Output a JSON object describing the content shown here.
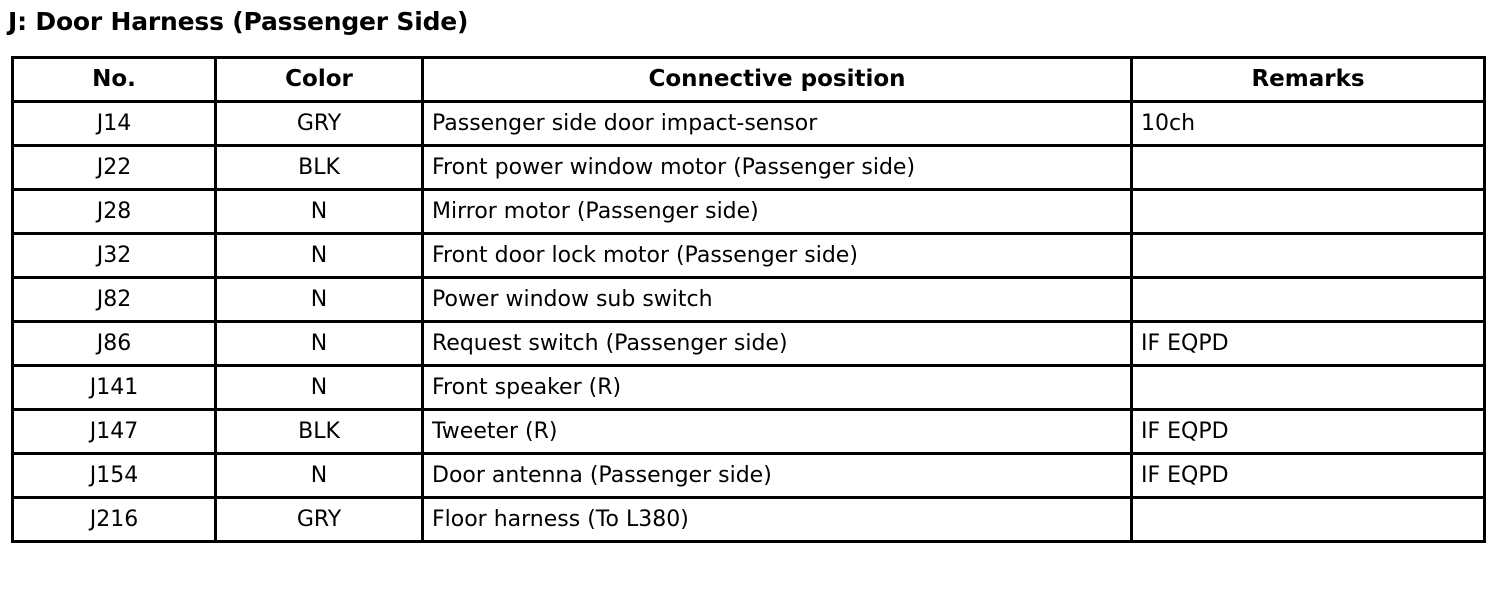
{
  "document": {
    "title": "J: Door Harness (Passenger Side)"
  },
  "table": {
    "columns": [
      {
        "key": "no",
        "label": "No."
      },
      {
        "key": "color",
        "label": "Color"
      },
      {
        "key": "pos",
        "label": "Connective position"
      },
      {
        "key": "remarks",
        "label": "Remarks"
      }
    ],
    "rows": [
      {
        "no": "J14",
        "color": "GRY",
        "pos": "Passenger side door impact-sensor",
        "remarks": "10ch"
      },
      {
        "no": "J22",
        "color": "BLK",
        "pos": "Front power window motor (Passenger side)",
        "remarks": ""
      },
      {
        "no": "J28",
        "color": "N",
        "pos": "Mirror motor (Passenger side)",
        "remarks": ""
      },
      {
        "no": "J32",
        "color": "N",
        "pos": "Front door lock motor (Passenger side)",
        "remarks": ""
      },
      {
        "no": "J82",
        "color": "N",
        "pos": "Power window sub switch",
        "remarks": ""
      },
      {
        "no": "J86",
        "color": "N",
        "pos": "Request switch (Passenger side)",
        "remarks": "IF EQPD"
      },
      {
        "no": "J141",
        "color": "N",
        "pos": "Front speaker (R)",
        "remarks": ""
      },
      {
        "no": "J147",
        "color": "BLK",
        "pos": "Tweeter (R)",
        "remarks": "IF EQPD"
      },
      {
        "no": "J154",
        "color": "N",
        "pos": "Door antenna (Passenger side)",
        "remarks": "IF EQPD"
      },
      {
        "no": "J216",
        "color": "GRY",
        "pos": "Floor harness (To L380)",
        "remarks": ""
      }
    ]
  },
  "colors": {
    "text": "#000000",
    "background": "#ffffff",
    "border": "#000000"
  }
}
